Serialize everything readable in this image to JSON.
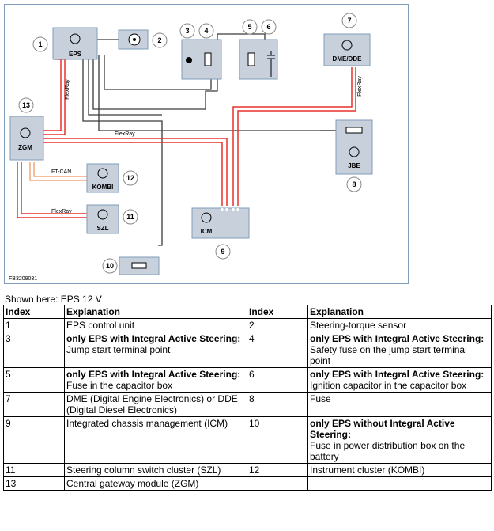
{
  "diagram": {
    "figure_code": "FB3209031",
    "callouts": [
      "1",
      "2",
      "3",
      "4",
      "5",
      "6",
      "7",
      "8",
      "9",
      "10",
      "11",
      "12",
      "13"
    ],
    "component_labels": {
      "eps": "EPS",
      "dme_dde": "DME/DDE",
      "zgm": "ZGM",
      "jbe": "JBE",
      "kombi": "KOMBI",
      "szl": "SZL",
      "icm": "ICM"
    },
    "bus_labels": {
      "flexray_eps": "FlexRay",
      "flexray_dme": "FlexRay",
      "flexray_main": "FlexRay",
      "ft_can": "FT-CAN",
      "flexray_szl": "FlexRay"
    },
    "colors": {
      "flexray": "#e8302a",
      "ft_can": "#f0a878",
      "wiring": "#3a3a3a",
      "panel": "#c8d0dc",
      "border": "#7f9db9"
    }
  },
  "caption": "Shown here: EPS 12 V",
  "table": {
    "headers": [
      "Index",
      "Explanation",
      "Index",
      "Explanation"
    ],
    "rows": [
      {
        "i1": "1",
        "l1": "",
        "t1": "EPS control unit",
        "i2": "2",
        "l2": "",
        "t2": "Steering-torque sensor"
      },
      {
        "i1": "3",
        "l1": "only EPS with Integral Active Steering:",
        "t1": "Jump start terminal point",
        "i2": "4",
        "l2": "only EPS with Integral Active Steering:",
        "t2": "Safety fuse on the jump start terminal point"
      },
      {
        "i1": "5",
        "l1": "only EPS with Integral Active Steering:",
        "t1": "Fuse in the capacitor box",
        "i2": "6",
        "l2": "only EPS with Integral Active Steering:",
        "t2": "Ignition capacitor in the capacitor box"
      },
      {
        "i1": "7",
        "l1": "",
        "t1": "DME (Digital Engine Electronics) or DDE (Digital Diesel Electronics)",
        "i2": "8",
        "l2": "",
        "t2": "Fuse"
      },
      {
        "i1": "9",
        "l1": "",
        "t1": "Integrated chassis management (ICM)",
        "i2": "10",
        "l2": "only EPS without Integral Active Steering:",
        "t2": "Fuse in power distribution box on the battery"
      },
      {
        "i1": "11",
        "l1": "",
        "t1": "Steering column switch cluster (SZL)",
        "i2": "12",
        "l2": "",
        "t2": "Instrument cluster (KOMBI)"
      },
      {
        "i1": "13",
        "l1": "",
        "t1": "Central gateway module (ZGM)",
        "i2": "",
        "l2": "",
        "t2": ""
      }
    ]
  }
}
